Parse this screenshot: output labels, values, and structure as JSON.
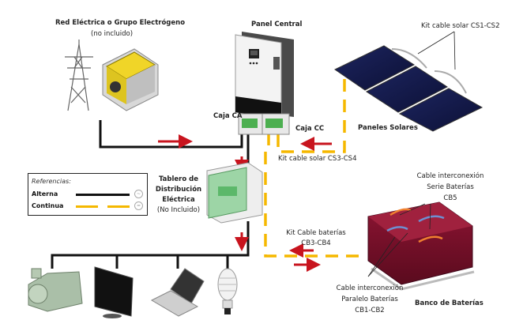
{
  "diagram": {
    "title": "Sistema solar híbrido con baterías",
    "components": {
      "grid_source": {
        "label": "Red Eléctrica o Grupo Electrógeno",
        "note": "(no incluido)"
      },
      "central_panel": {
        "label": "Panel Central"
      },
      "ac_box": {
        "label": "Caja CA"
      },
      "dc_box": {
        "label": "Caja CC"
      },
      "solar_panels": {
        "label": "Paneles Solares"
      },
      "solar_kit_1": {
        "label": "Kit cable solar CS1-CS2"
      },
      "solar_kit_2": {
        "label": "Kit cable solar CS3-CS4"
      },
      "distribution_board": {
        "lines": [
          "Tablero de",
          "Distribución",
          "Eléctrica",
          "(No Incluido)"
        ]
      },
      "series_cable": {
        "lines": [
          "Cable interconexión",
          "Serie Baterías",
          "CB5"
        ]
      },
      "battery_kit": {
        "lines": [
          "Kit Cable baterías",
          "CB3-CB4"
        ]
      },
      "parallel_cable": {
        "lines": [
          "Cable interconexión",
          "Paralelo Baterías",
          "CB1-CB2"
        ]
      },
      "battery_bank": {
        "label": "Banco de Baterías"
      },
      "loads": [
        "pump",
        "monitor",
        "laptop",
        "cfl-bulb"
      ]
    },
    "legend": {
      "title": "Referencias:",
      "items": [
        {
          "label": "Alterna",
          "style": "solid",
          "color": "#111111",
          "symbol": "~"
        },
        {
          "label": "Continua",
          "style": "dashed",
          "color": "#F5B800",
          "symbol": "="
        }
      ]
    },
    "colors": {
      "ac_line": "#111111",
      "dc_line": "#F5B800",
      "arrow": "#C8141E",
      "panel_blue": "#141a4a",
      "battery": "#7a1028",
      "enclosure_green": "#5cb86a"
    }
  }
}
